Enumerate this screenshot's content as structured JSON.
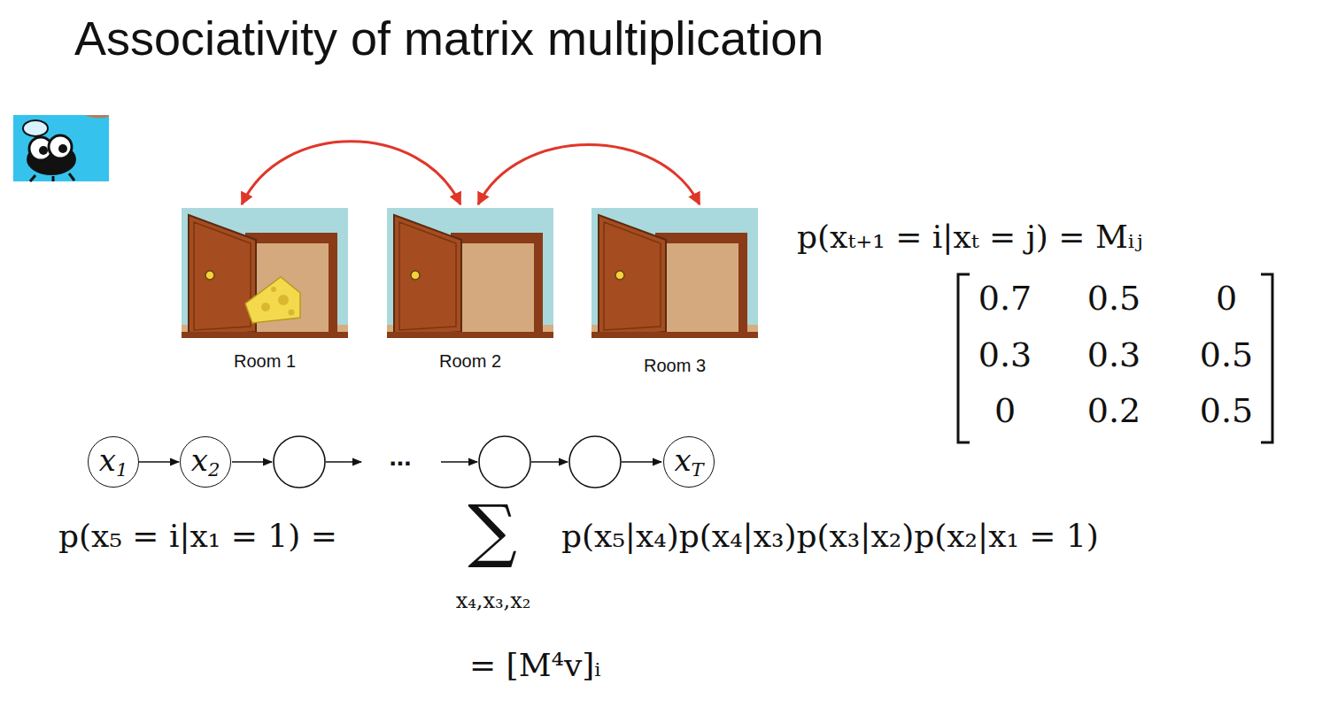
{
  "diagram": {
    "title": "Associativity of matrix multiplication",
    "nodes": [
      {
        "text": [
          "Room 1"
        ]
      },
      {
        "text": [
          "Room 2"
        ]
      },
      {
        "text": [
          "Room 3"
        ]
      },
      {
        "text": [
          "x1"
        ]
      },
      {
        "text": [
          "x2"
        ]
      },
      {
        "text": [
          "xT"
        ]
      }
    ],
    "edges": [
      {
        "from": 0,
        "to": 1,
        "arrow": "both"
      },
      {
        "from": 1,
        "to": 2,
        "arrow": "both"
      },
      {
        "from": 3,
        "to": 4,
        "arrow": "to"
      }
    ],
    "labels": [
      "...",
      "p(xₜ₊₁ = i|xₜ = j) = Mᵢⱼ",
      "0.7",
      "0.5",
      "0",
      "0.3",
      "0.3",
      "0.5",
      "0",
      "0.2",
      "0.5",
      "p(x₅ = i|x₁ = 1) =",
      "∑",
      "x₄,x₃,x₂",
      "p(x₅|x₄)p(x₄|x₃)p(x₃|x₂)p(x₂|x₁ = 1)",
      "= [M⁴v]ᵢ"
    ]
  }
}
